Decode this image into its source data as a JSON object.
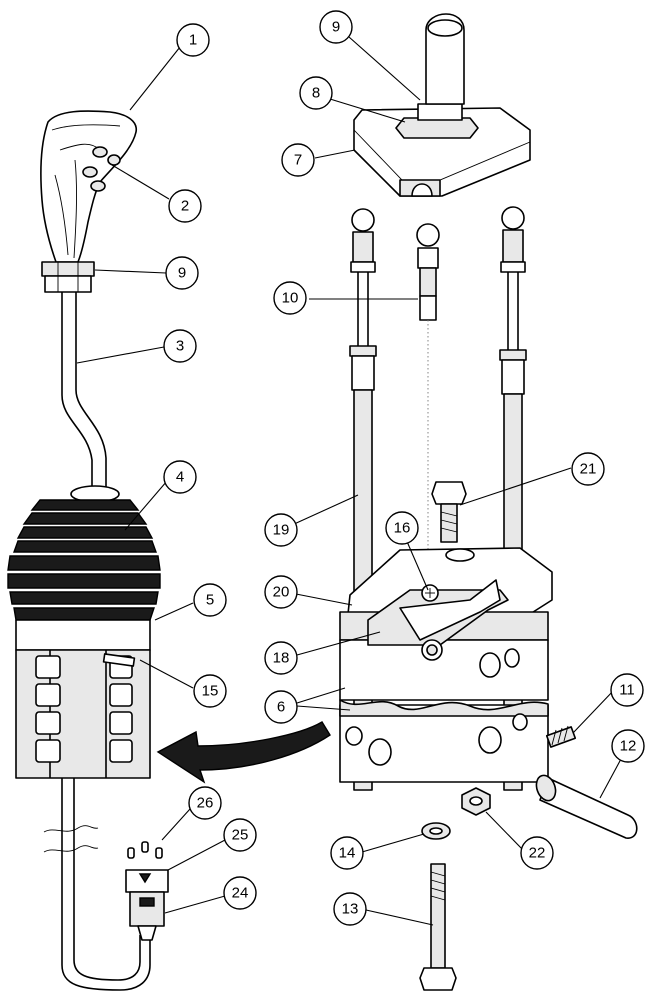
{
  "diagram": {
    "type": "exploded parts view",
    "callouts": [
      {
        "id": "c1",
        "label": "1"
      },
      {
        "id": "c2",
        "label": "2"
      },
      {
        "id": "c9a",
        "label": "9"
      },
      {
        "id": "c3",
        "label": "3"
      },
      {
        "id": "c4",
        "label": "4"
      },
      {
        "id": "c5",
        "label": "5"
      },
      {
        "id": "c15",
        "label": "15"
      },
      {
        "id": "c26",
        "label": "26"
      },
      {
        "id": "c25",
        "label": "25"
      },
      {
        "id": "c24",
        "label": "24"
      },
      {
        "id": "c9b",
        "label": "9"
      },
      {
        "id": "c8",
        "label": "8"
      },
      {
        "id": "c7",
        "label": "7"
      },
      {
        "id": "c10",
        "label": "10"
      },
      {
        "id": "c21",
        "label": "21"
      },
      {
        "id": "c19",
        "label": "19"
      },
      {
        "id": "c16",
        "label": "16"
      },
      {
        "id": "c20",
        "label": "20"
      },
      {
        "id": "c18",
        "label": "18"
      },
      {
        "id": "c6",
        "label": "6"
      },
      {
        "id": "c11",
        "label": "11"
      },
      {
        "id": "c12",
        "label": "12"
      },
      {
        "id": "c14",
        "label": "14"
      },
      {
        "id": "c22",
        "label": "22"
      },
      {
        "id": "c13",
        "label": "13"
      }
    ]
  }
}
